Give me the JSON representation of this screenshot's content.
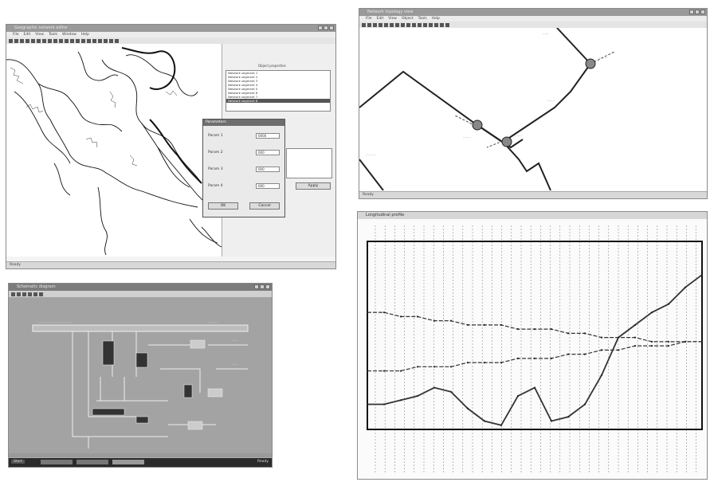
{
  "window_map": {
    "title": "Geographic network editor",
    "menu": [
      "File",
      "Edit",
      "View",
      "Tools",
      "Window",
      "Help"
    ],
    "status": "Ready",
    "side_panel": {
      "header": "Object properties",
      "list": [
        "Network segment 1",
        "Network segment 2",
        "Network segment 3",
        "Network segment 4",
        "Network segment 5",
        "Network segment 6",
        "Network segment 7",
        "Network segment 8"
      ],
      "selected_index": 7,
      "apply_label": "Apply"
    },
    "dialog": {
      "title": "Parameters",
      "fields": [
        {
          "label": "Param 1",
          "value": "0000"
        },
        {
          "label": "Param 2",
          "value": "000"
        },
        {
          "label": "Param 3",
          "value": "000"
        },
        {
          "label": "Param 4",
          "value": "000"
        }
      ],
      "ok_label": "OK",
      "cancel_label": "Cancel"
    }
  },
  "window_network": {
    "title": "Network topology view",
    "menu": [
      "File",
      "Edit",
      "View",
      "Object",
      "Tools",
      "Help"
    ],
    "status": "Ready"
  },
  "window_schematic": {
    "title": "Schematic diagram",
    "status": "Ready",
    "taskbar_start": "Start"
  },
  "window_profile": {
    "title": "Longitudinal profile",
    "chart_data": {
      "type": "line",
      "title": "",
      "xlabel": "",
      "ylabel": "",
      "x": [
        0,
        5,
        10,
        15,
        20,
        25,
        30,
        35,
        40,
        45,
        50,
        55,
        60,
        65,
        70,
        75,
        80,
        85,
        90,
        95,
        100
      ],
      "series": [
        {
          "values": [
            28,
            28,
            27,
            27,
            26,
            26,
            25,
            25,
            25,
            24,
            24,
            24,
            23,
            23,
            22,
            22,
            22,
            21,
            21,
            21,
            21
          ]
        },
        {
          "values": [
            14,
            14,
            14,
            15,
            15,
            15,
            16,
            16,
            16,
            17,
            17,
            17,
            18,
            18,
            19,
            19,
            20,
            20,
            20,
            21,
            21
          ]
        },
        {
          "values": [
            6,
            6,
            7,
            8,
            10,
            9,
            5,
            2,
            1,
            8,
            10,
            2,
            3,
            6,
            13,
            22,
            25,
            28,
            30,
            34,
            37
          ]
        }
      ],
      "ylim": [
        0,
        45
      ],
      "grid": true
    }
  }
}
